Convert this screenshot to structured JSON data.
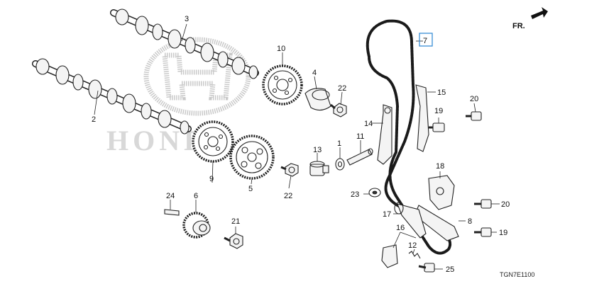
{
  "orientation_label": "FR.",
  "diagram_code": "TGN7E1100",
  "highlighted_callout": "7",
  "watermark": {
    "text": "HONDA",
    "logo": "honda-h-logo"
  },
  "callouts": [
    {
      "id": "c1",
      "label": "1"
    },
    {
      "id": "c2",
      "label": "2"
    },
    {
      "id": "c3",
      "label": "3"
    },
    {
      "id": "c4",
      "label": "4"
    },
    {
      "id": "c5",
      "label": "5"
    },
    {
      "id": "c6",
      "label": "6"
    },
    {
      "id": "c7",
      "label": "7"
    },
    {
      "id": "c8",
      "label": "8"
    },
    {
      "id": "c9",
      "label": "9"
    },
    {
      "id": "c10",
      "label": "10"
    },
    {
      "id": "c11",
      "label": "11"
    },
    {
      "id": "c12",
      "label": "12"
    },
    {
      "id": "c13",
      "label": "13"
    },
    {
      "id": "c14",
      "label": "14"
    },
    {
      "id": "c15",
      "label": "15"
    },
    {
      "id": "c16",
      "label": "16"
    },
    {
      "id": "c17",
      "label": "17"
    },
    {
      "id": "c18",
      "label": "18"
    },
    {
      "id": "c19a",
      "label": "19"
    },
    {
      "id": "c19b",
      "label": "19"
    },
    {
      "id": "c20a",
      "label": "20"
    },
    {
      "id": "c20b",
      "label": "20"
    },
    {
      "id": "c21",
      "label": "21"
    },
    {
      "id": "c22a",
      "label": "22"
    },
    {
      "id": "c22b",
      "label": "22"
    },
    {
      "id": "c23",
      "label": "23"
    },
    {
      "id": "c24",
      "label": "24"
    },
    {
      "id": "c25",
      "label": "25"
    }
  ]
}
